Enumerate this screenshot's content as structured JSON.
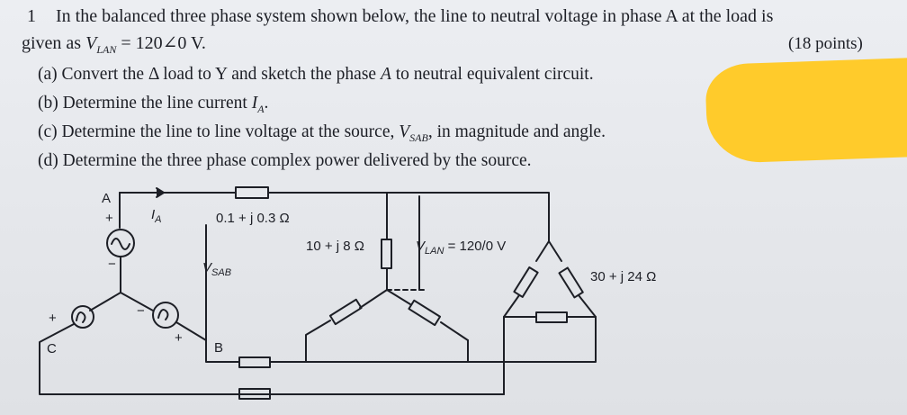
{
  "problem": {
    "number": "1",
    "intro_line_1": "In the balanced three phase system shown below, the line to neutral voltage in phase A at the load is",
    "intro_given": "given as ",
    "voltage_symbol": "V",
    "voltage_subscript": "LAN",
    "voltage_value": " = 120∠0 V.",
    "points": "(18 points)"
  },
  "parts": [
    {
      "label": "(a)",
      "text": "Convert the Δ load to Y and sketch the phase ",
      "var": "A",
      "tail": " to neutral equivalent circuit."
    },
    {
      "label": "(b)",
      "text": "Determine the line current ",
      "var": "I",
      "sub": "A",
      "tail": "."
    },
    {
      "label": "(c)",
      "text": "Determine the line to line voltage at the source, ",
      "var": "V",
      "sub": "SAB",
      "tail": ", in magnitude and angle."
    },
    {
      "label": "(d)",
      "text": "Determine the three phase complex power delivered by the source.",
      "var": "",
      "sub": "",
      "tail": ""
    }
  ],
  "circuit": {
    "node_a": "A",
    "node_b": "B",
    "node_c": "C",
    "plus": "+",
    "minus": "−",
    "current_label": "I",
    "current_sub": "A",
    "line_impedance": "0.1 + j 0.3 Ω",
    "source_voltage_label": "V",
    "source_voltage_sub": "SAB",
    "wye_impedance": "10 + j 8 Ω",
    "load_voltage_label": "V",
    "load_voltage_sub": "LAN",
    "load_voltage_value": " = 120/0 V",
    "delta_impedance": "30 + j 24 Ω"
  },
  "colors": {
    "highlight": "#ffcb2b",
    "ink": "#1d1f26",
    "paper": "#e6e8ec"
  }
}
